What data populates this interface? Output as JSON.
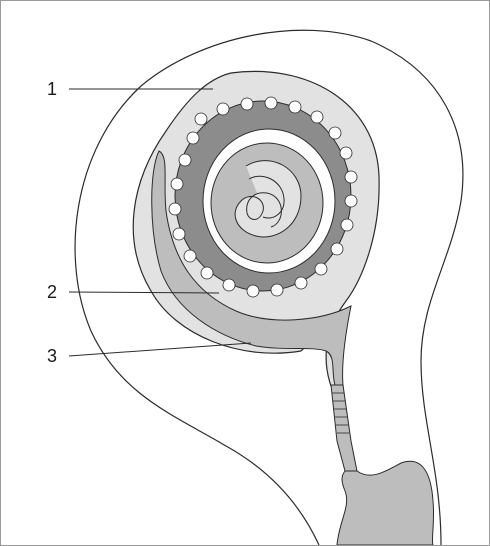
{
  "labels": [
    {
      "text": "1",
      "part": "outer-membrane-layer"
    },
    {
      "text": "2",
      "part": "inner-membrane-layer"
    },
    {
      "text": "3",
      "part": "lower-cavity-layer"
    }
  ],
  "colors": {
    "frame": "#9a9a9a",
    "outline": "#2b2b2b",
    "light_fill": "#e2e2e2",
    "mid_fill": "#bdbdbd",
    "dark_fill": "#8c8c8c"
  }
}
